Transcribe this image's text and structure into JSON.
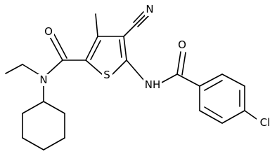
{
  "molecule": {
    "atoms": {
      "O_amide1": "O",
      "N_amide1": "N",
      "S_ring": "S",
      "N_nitrile": "N",
      "NH": "NH",
      "O_amide2": "O",
      "Cl": "Cl"
    },
    "colors": {
      "bond": "#000000",
      "label": "#000000",
      "background": "#ffffff"
    }
  }
}
